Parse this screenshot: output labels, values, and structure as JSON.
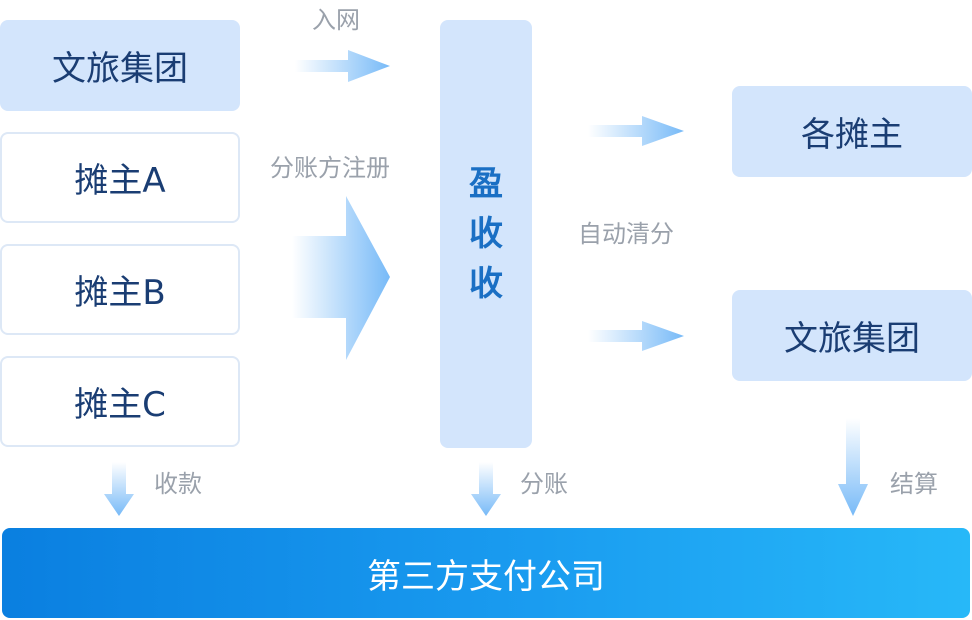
{
  "left_top_box": "文旅集团",
  "stall_boxes": [
    "摊主A",
    "摊主B",
    "摊主C"
  ],
  "center_box_chars": [
    "盈",
    "收",
    "收"
  ],
  "right_top_box": "各摊主",
  "right_bottom_box": "文旅集团",
  "bottom_bar": "第三方支付公司",
  "arrow_labels": {
    "join": "入网",
    "register": "分账方注册",
    "auto_split": "自动清分",
    "collect": "收款",
    "split": "分账",
    "settle": "结算"
  },
  "colors": {
    "box_fill": "#d3e5fc",
    "box_text": "#1a3d73",
    "center_text": "#1a6fc4",
    "arrow": "#4aa3f5",
    "bar_start": "#0a7fe0",
    "bar_end": "#27b8f8"
  }
}
